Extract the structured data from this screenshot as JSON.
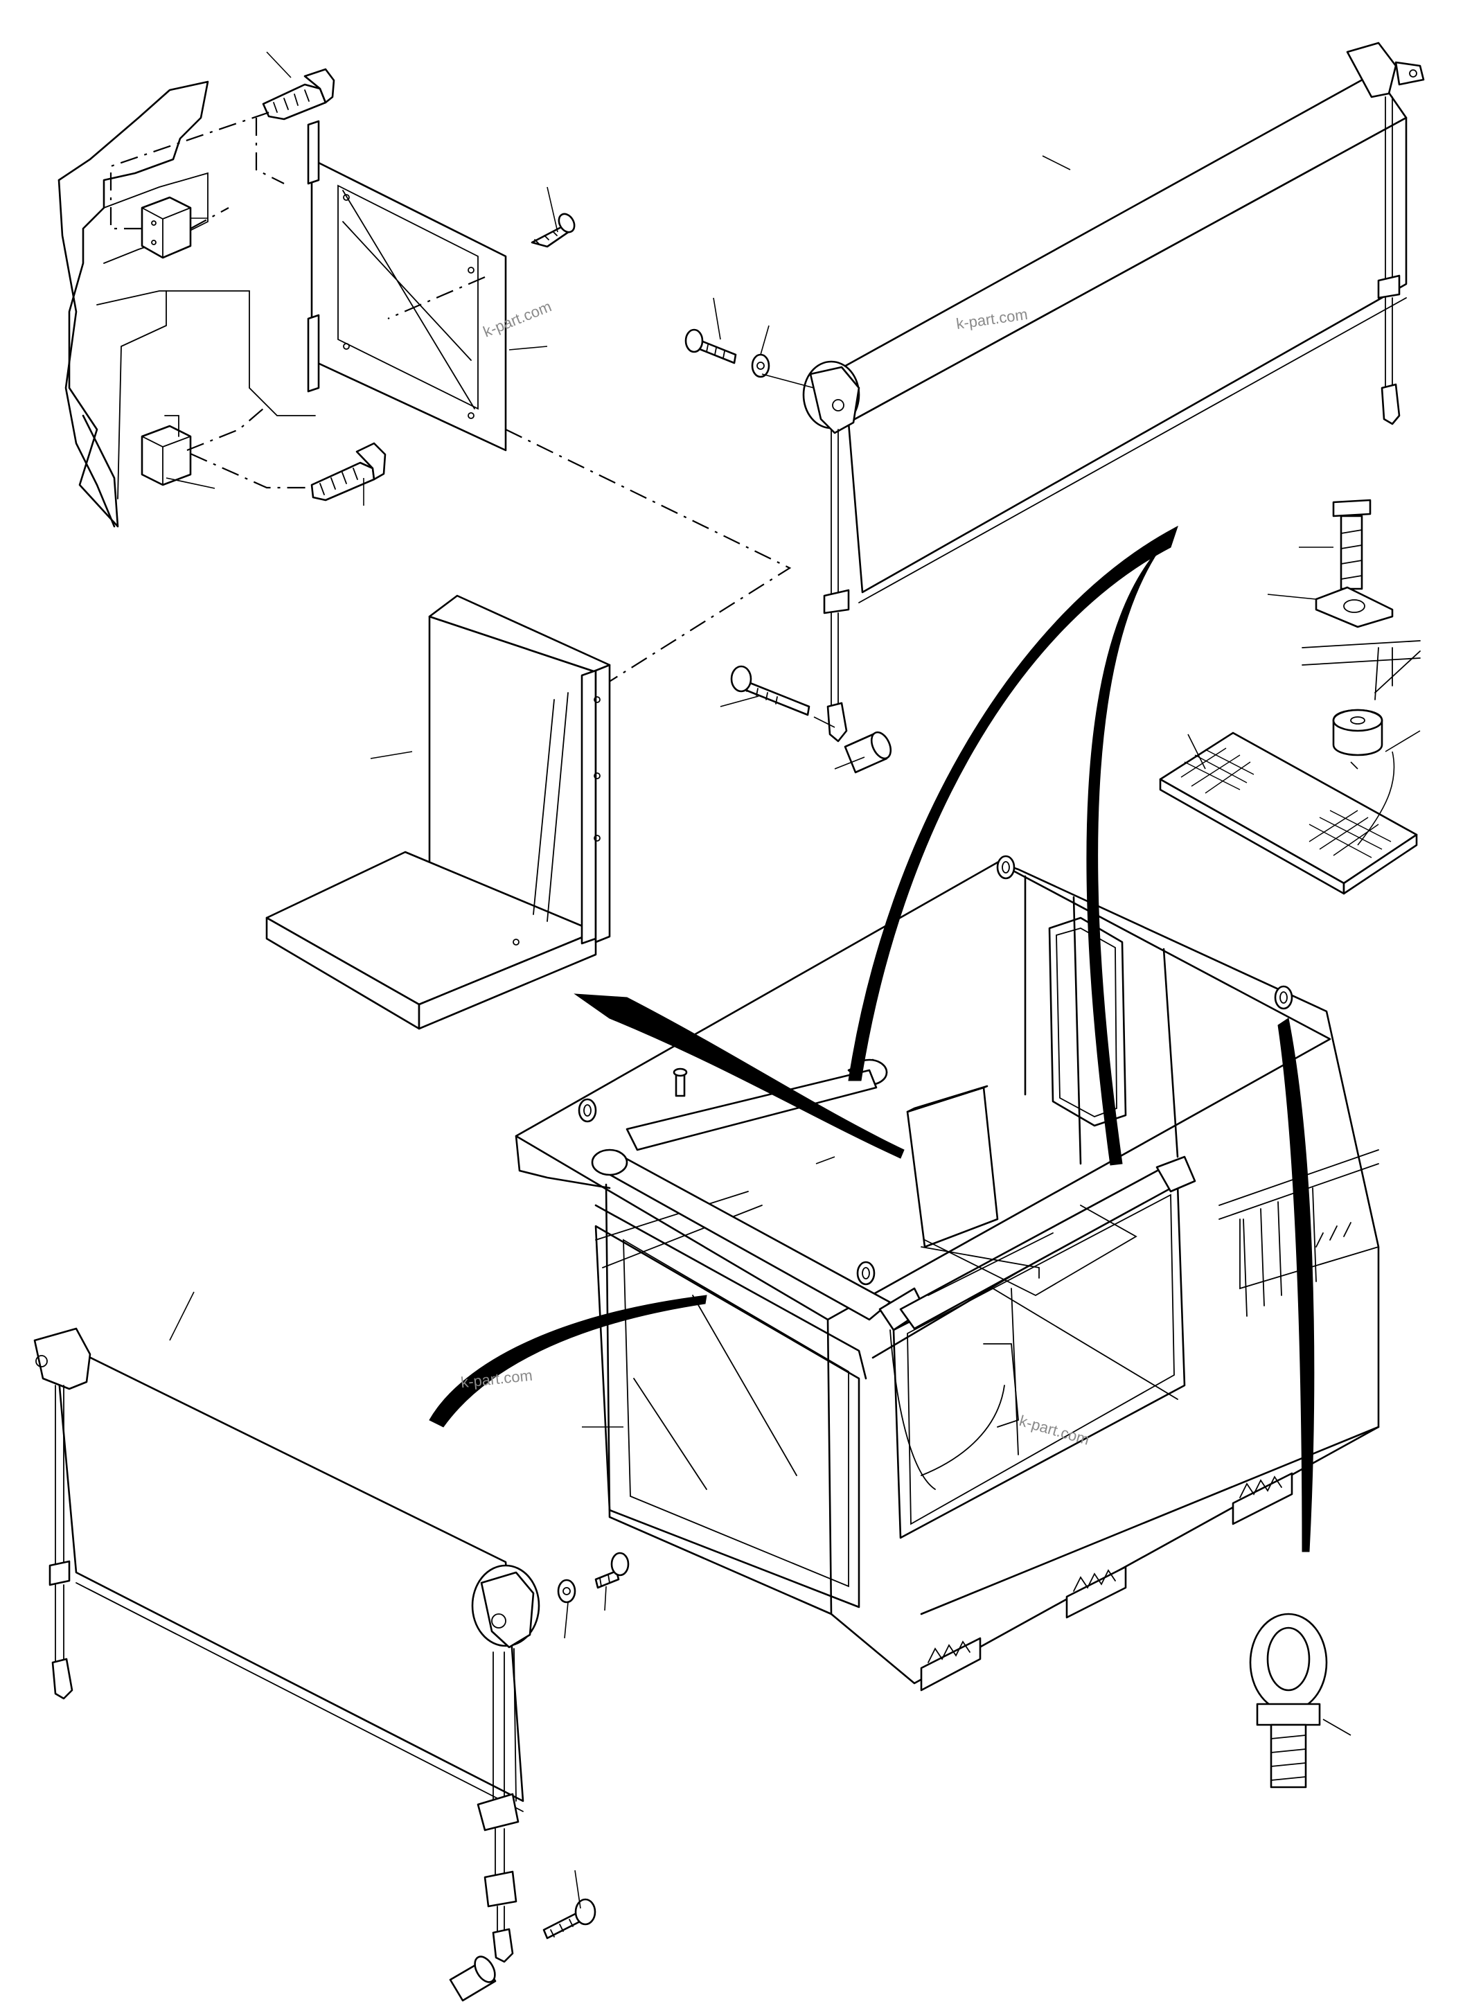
{
  "diagram": {
    "watermarks": [
      {
        "text": "k-part.com"
      },
      {
        "text": "k-part.com"
      },
      {
        "text": "k-part.com"
      },
      {
        "text": "k-part.com"
      }
    ]
  }
}
